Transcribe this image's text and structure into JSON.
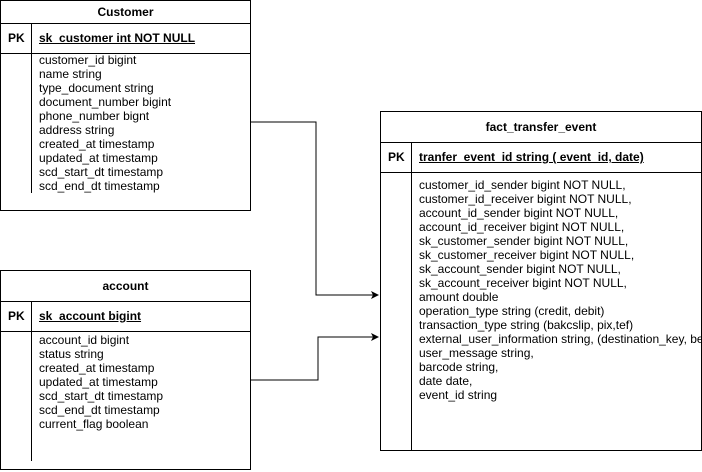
{
  "customer": {
    "title": "Customer",
    "pk_label": "PK",
    "pk_field": "sk_customer int NOT NULL",
    "fields": [
      "customer_id bigint",
      "name string",
      "type_document string",
      "document_number bigint",
      "phone_number bignt",
      "address string",
      "created_at timestamp",
      "updated_at timestamp",
      "scd_start_dt timestamp",
      "scd_end_dt timestamp"
    ]
  },
  "account": {
    "title": "account",
    "pk_label": "PK",
    "pk_field": "sk_account bigint",
    "fields": [
      "account_id bigint",
      "status string",
      "created_at timestamp",
      "updated_at timestamp",
      "scd_start_dt timestamp",
      "scd_end_dt timestamp",
      "current_flag boolean"
    ]
  },
  "fact": {
    "title": "fact_transfer_event",
    "pk_label": "PK",
    "pk_field": "tranfer_event_id string ( event_id, date)",
    "fields": [
      "customer_id_sender bigint NOT NULL,",
      "customer_id_receiver bigint NOT NULL,",
      "account_id_sender bigint NOT NULL,",
      "account_id_receiver bigint NOT NULL,",
      "sk_customer_sender bigint NOT NULL,",
      "sk_customer_receiver bigint NOT NULL,",
      "sk_account_sender bigint NOT NULL,",
      "sk_account_receiver bigint NOT NULL,",
      "amount double",
      "operation_type string (credit, debit)",
      "transaction_type string (bakcslip, pix,tef)",
      "external_user_information string, (destination_key, be",
      "user_message string,",
      "barcode string,",
      "date date,",
      "event_id string"
    ]
  }
}
